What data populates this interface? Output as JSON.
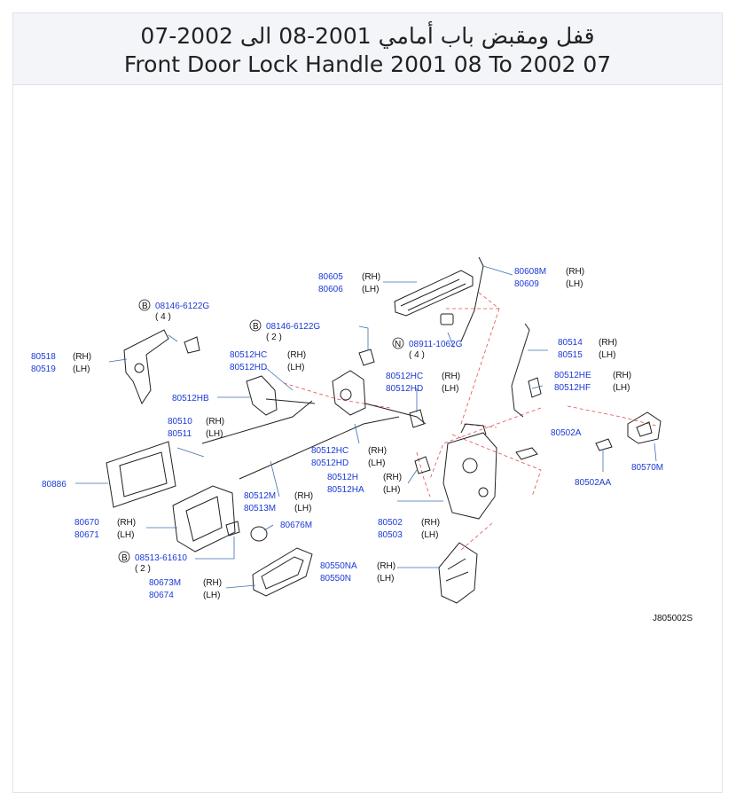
{
  "title": {
    "arabic": "قفل ومقبض باب أمامي 2001-08 الى 2002-07",
    "english": "Front Door Lock Handle 2001 08 To 2002 07"
  },
  "diagram_code": "J805002S",
  "labels": [
    {
      "id": "l80605",
      "text": "80605",
      "side": "(RH)"
    },
    {
      "id": "l80606",
      "text": "80606",
      "side": "(LH)"
    },
    {
      "id": "l80608M",
      "text": "80608M",
      "side": "(RH)"
    },
    {
      "id": "l80609",
      "text": "80609",
      "side": "(LH)"
    },
    {
      "id": "lB1",
      "text": "08146-6122G",
      "qty": "( 4 )",
      "mark": "B"
    },
    {
      "id": "lB2",
      "text": "08146-6122G",
      "qty": "( 2 )",
      "mark": "B"
    },
    {
      "id": "lN1",
      "text": "08911-1062G",
      "qty": "( 4 )",
      "mark": "N"
    },
    {
      "id": "l80518",
      "text": "80518",
      "side": "(RH)"
    },
    {
      "id": "l80519",
      "text": "80519",
      "side": "(LH)"
    },
    {
      "id": "l80512HC",
      "text": "80512HC",
      "side": "(RH)"
    },
    {
      "id": "l80512HD",
      "text": "80512HD",
      "side": "(LH)"
    },
    {
      "id": "l80512HC2",
      "text": "80512HC",
      "side": "(RH)"
    },
    {
      "id": "l80512HD2",
      "text": "80512HD",
      "side": "(LH)"
    },
    {
      "id": "l80514",
      "text": "80514",
      "side": "(RH)"
    },
    {
      "id": "l80515",
      "text": "80515",
      "side": "(LH)"
    },
    {
      "id": "l80512HE",
      "text": "80512HE",
      "side": "(RH)"
    },
    {
      "id": "l80512HF",
      "text": "80512HF",
      "side": "(LH)"
    },
    {
      "id": "l80512HB",
      "text": "80512HB"
    },
    {
      "id": "l80510",
      "text": "80510",
      "side": "(RH)"
    },
    {
      "id": "l80511",
      "text": "80511",
      "side": "(LH)"
    },
    {
      "id": "l80502A",
      "text": "80502A"
    },
    {
      "id": "l80512HC3",
      "text": "80512HC",
      "side": "(RH)"
    },
    {
      "id": "l80512HD3",
      "text": "80512HD",
      "side": "(LH)"
    },
    {
      "id": "l80512H",
      "text": "80512H",
      "side": "(RH)"
    },
    {
      "id": "l80512HA",
      "text": "80512HA",
      "side": "(LH)"
    },
    {
      "id": "l80886",
      "text": "80886"
    },
    {
      "id": "l80512M",
      "text": "80512M",
      "side": "(RH)"
    },
    {
      "id": "l80513M",
      "text": "80513M",
      "side": "(LH)"
    },
    {
      "id": "l80670",
      "text": "80670",
      "side": "(RH)"
    },
    {
      "id": "l80671",
      "text": "80671",
      "side": "(LH)"
    },
    {
      "id": "l80676M",
      "text": "80676M"
    },
    {
      "id": "lB3",
      "text": "08513-61610",
      "qty": "( 2 )",
      "mark": "B"
    },
    {
      "id": "l80502",
      "text": "80502",
      "side": "(RH)"
    },
    {
      "id": "l80503",
      "text": "80503",
      "side": "(LH)"
    },
    {
      "id": "l80502AA",
      "text": "80502AA"
    },
    {
      "id": "l80570M",
      "text": "80570M"
    },
    {
      "id": "l80550NA",
      "text": "80550NA",
      "side": "(RH)"
    },
    {
      "id": "l80550N",
      "text": "80550N",
      "side": "(LH)"
    },
    {
      "id": "l80673M",
      "text": "80673M",
      "side": "(RH)"
    },
    {
      "id": "l80674",
      "text": "80674",
      "side": "(LH)"
    }
  ]
}
